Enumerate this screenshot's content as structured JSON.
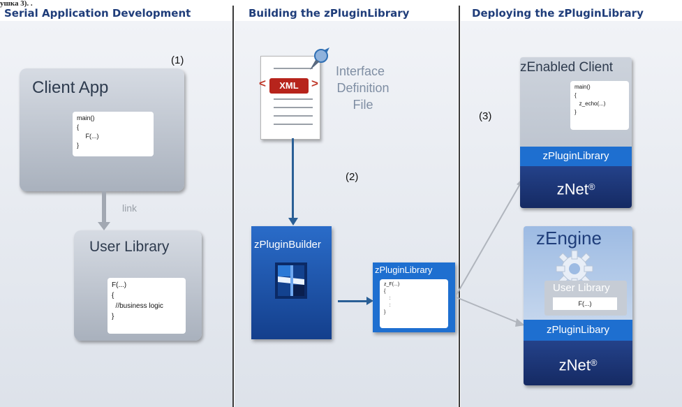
{
  "caption_fragment": "ушка 3). .",
  "headers": {
    "col1": "Serial Application Development",
    "col2": "Building the zPluginLibrary",
    "col3": "Deploying the zPluginLibrary"
  },
  "steps": {
    "s1": "(1)",
    "s2": "(2)",
    "s3": "(3)"
  },
  "client_app": {
    "title": "Client App",
    "code": "main()\n{\n     F(...)\n}"
  },
  "link_label": "link",
  "user_library": {
    "title": "User Library",
    "code": "F(...)\n{\n  //business logic\n}"
  },
  "xml_file": {
    "tag": "XML",
    "left_bracket": "<",
    "right_bracket": ">",
    "label_line1": "Interface",
    "label_line2": "Definition",
    "label_line3": "File"
  },
  "builder": {
    "title": "zPluginBuilder"
  },
  "plugin_library": {
    "title": "zPluginLibrary",
    "code": "z_F(...)\n{\n    :\n    :\n}"
  },
  "zenabled_client": {
    "title": "zEnabled Client",
    "code": "main()\n{\n   z_echo(...)\n}",
    "library_bar": "zPluginLibrary",
    "net": "zNet",
    "reg": "®"
  },
  "zengine": {
    "title": "zEngine",
    "user_lib_title": "User Library",
    "user_lib_code": "F(...)",
    "library_bar": "zPluginLibary",
    "net": "zNet",
    "reg": "®"
  },
  "colors": {
    "header_text": "#1f3d7a",
    "accent_blue": "#1e6fd0",
    "dark_navy": "#1a2f6b",
    "panel_bg": "#e7eaf0",
    "box_gray": "#b9c1cd"
  }
}
